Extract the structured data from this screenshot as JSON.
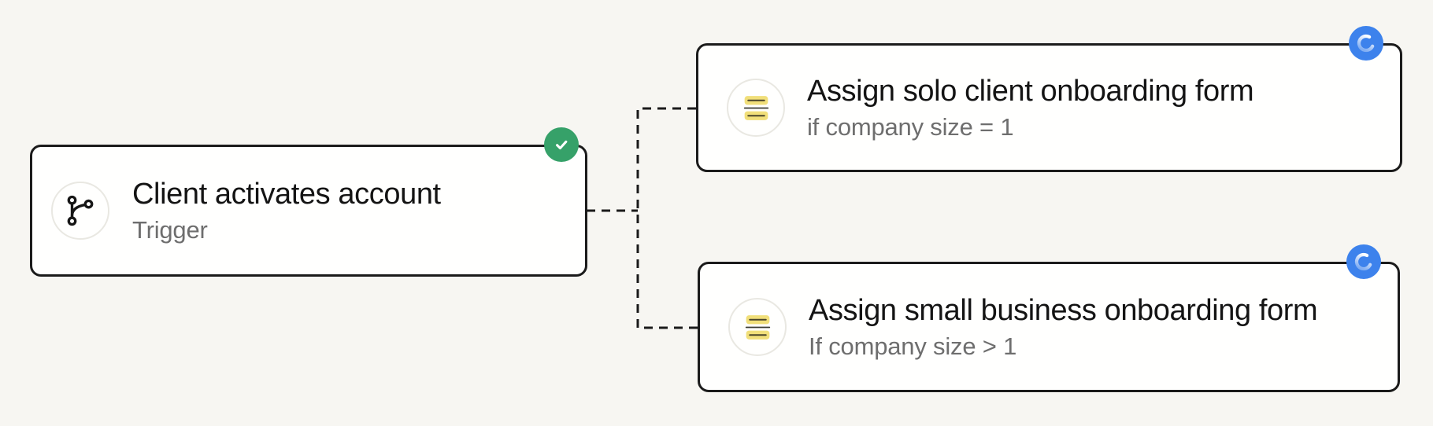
{
  "workflow": {
    "nodes": [
      {
        "id": "trigger",
        "title": "Client activates account",
        "subtitle": "Trigger",
        "icon": "git-branch-icon",
        "status": "success"
      },
      {
        "id": "action-solo",
        "title": "Assign solo client onboarding form",
        "subtitle": "if company size = 1",
        "icon": "form-icon",
        "status": "loading"
      },
      {
        "id": "action-small-business",
        "title": "Assign small business onboarding form",
        "subtitle": "If company size > 1",
        "icon": "form-icon",
        "status": "loading"
      }
    ],
    "connections": [
      {
        "from": "trigger",
        "to": "action-solo",
        "style": "dashed"
      },
      {
        "from": "trigger",
        "to": "action-small-business",
        "style": "dashed"
      }
    ]
  },
  "colors": {
    "canvas_bg": "#f7f6f2",
    "card_bg": "#fffffe",
    "card_border": "#1b1b1b",
    "title_text": "#141414",
    "subtitle_text": "#6e6e6e",
    "success_green": "#36a169",
    "loading_blue": "#3d82ec",
    "form_icon_yellow": "#f1df7a",
    "icon_ring_gray": "#e9e8e2"
  }
}
